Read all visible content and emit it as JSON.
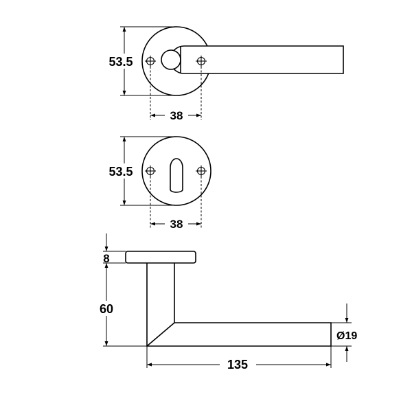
{
  "colors": {
    "line": "#000000",
    "background": "#ffffff"
  },
  "views": {
    "rose_handle": {
      "height_label": "53.5",
      "fixing_centres_label": "38"
    },
    "escutcheon": {
      "height_label": "53.5",
      "fixing_centres_label": "38"
    },
    "side_elevation": {
      "rose_thickness_label": "8",
      "projection_label": "60",
      "lever_diameter_label": "Ø19",
      "lever_length_label": "135"
    }
  }
}
